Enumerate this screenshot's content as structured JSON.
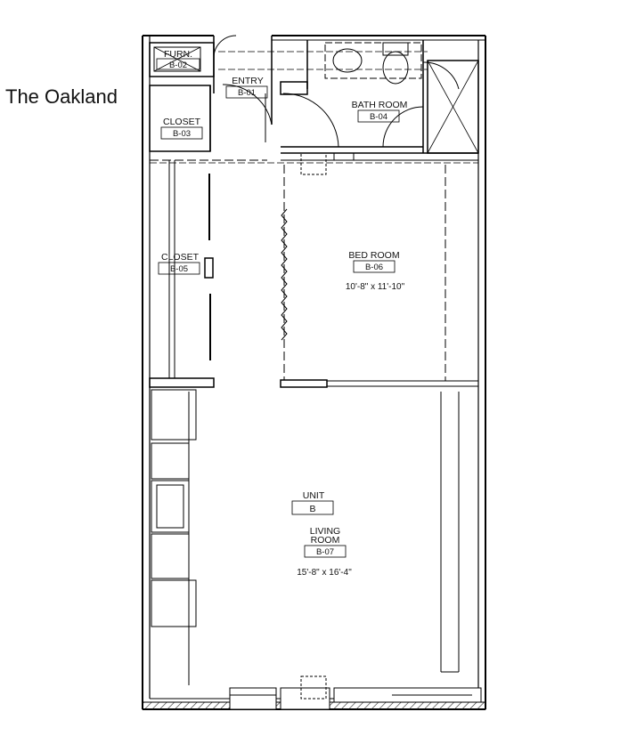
{
  "title": "The Oakland",
  "rooms": [
    {
      "key": "furnace",
      "name": "FURN.",
      "code": "B-02",
      "dims": ""
    },
    {
      "key": "entry",
      "name": "ENTRY",
      "code": "B-01",
      "dims": ""
    },
    {
      "key": "closet_03",
      "name": "CLOSET",
      "code": "B-03",
      "dims": ""
    },
    {
      "key": "bath",
      "name": "BATH ROOM",
      "code": "B-04",
      "dims": ""
    },
    {
      "key": "closet_05",
      "name": "CLOSET",
      "code": "B-05",
      "dims": ""
    },
    {
      "key": "bed",
      "name": "BED ROOM",
      "code": "B-06",
      "dims": "10'-8\" x 11'-10\""
    },
    {
      "key": "living",
      "name": "LIVING ROOM",
      "name_line1": "LIVING",
      "name_line2": "ROOM",
      "code": "B-07",
      "dims": "15'-8\" x 16'-4\""
    }
  ],
  "unit": {
    "label": "UNIT",
    "code": "B"
  }
}
